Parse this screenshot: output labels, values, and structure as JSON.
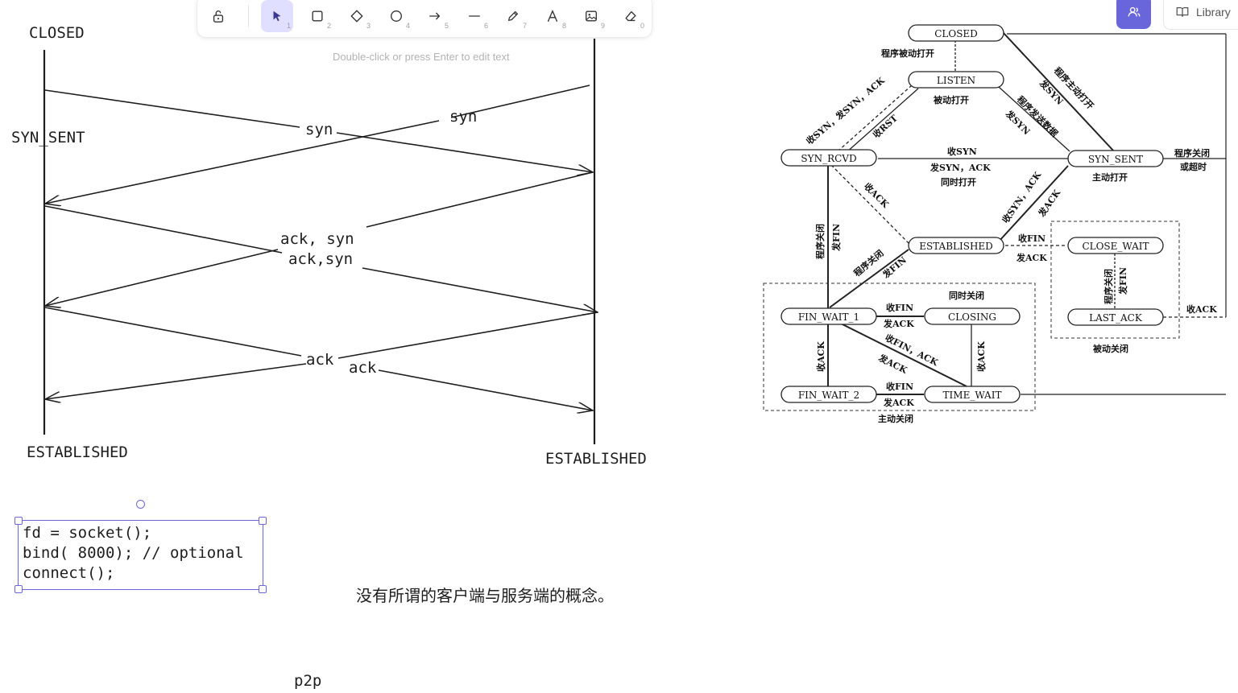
{
  "toolbar": {
    "tools": [
      {
        "name": "lock",
        "shortcut": ""
      },
      {
        "name": "selection",
        "shortcut": "1"
      },
      {
        "name": "rectangle",
        "shortcut": "2"
      },
      {
        "name": "diamond",
        "shortcut": "3"
      },
      {
        "name": "ellipse",
        "shortcut": "4"
      },
      {
        "name": "arrow",
        "shortcut": "5"
      },
      {
        "name": "line",
        "shortcut": "6"
      },
      {
        "name": "draw",
        "shortcut": "7"
      },
      {
        "name": "text",
        "shortcut": "8"
      },
      {
        "name": "image",
        "shortcut": "9"
      },
      {
        "name": "eraser",
        "shortcut": "0"
      }
    ],
    "active_tool": "selection",
    "hint": "Double-click or press Enter to edit text"
  },
  "topright": {
    "library_label": "Library"
  },
  "sequence": {
    "left_top": "CLOSED",
    "left_mid": "SYN_SENT",
    "left_bottom": "ESTABLISHED",
    "right_bottom": "ESTABLISHED",
    "msg_syn_1": "syn",
    "msg_syn_2": "syn",
    "msg_ack_syn_1": "ack, syn",
    "msg_ack_syn_2": "ack,syn",
    "msg_ack_1": "ack",
    "msg_ack_2": "ack"
  },
  "code_block": {
    "lines": [
      "fd = socket();",
      "bind( 8000); // optional",
      "connect();"
    ]
  },
  "note": "没有所谓的客户端与服务端的概念。",
  "p2p_label": "p2p",
  "state_diagram": {
    "states": {
      "closed": "CLOSED",
      "listen": "LISTEN",
      "syn_rcvd": "SYN_RCVD",
      "syn_sent": "SYN_SENT",
      "established": "ESTABLISHED",
      "close_wait": "CLOSE_WAIT",
      "last_ack": "LAST_ACK",
      "fin_wait_1": "FIN_WAIT_1",
      "closing": "CLOSING",
      "fin_wait_2": "FIN_WAIT_2",
      "time_wait": "TIME_WAIT"
    },
    "labels": {
      "passive_open_prog": "程序被动打开",
      "passive_open": "被动打开",
      "active_open_prog": "程序主动打开",
      "send_syn": "发SYN",
      "send_data": "程序发送数据",
      "send_syn_2": "发SYN",
      "recv_syn_send_synack": "收SYN，发SYN，ACK",
      "recv_rst": "收RST",
      "recv_syn": "收SYN",
      "send_syn_ack": "发SYN，ACK",
      "simultaneous_open": "同时打开",
      "active_open": "主动打开",
      "prog_close_timeout_1": "程序关闭",
      "prog_close_timeout_2": "或超时",
      "recv_ack": "收ACK",
      "recv_synack": "收SYN，ACK",
      "send_ack": "发ACK",
      "prog_close_v": "程序关闭",
      "send_fin_v": "发FIN",
      "prog_close_diag": "程序关闭",
      "send_fin_diag": "发FIN",
      "recv_fin": "收FIN",
      "send_ack_2": "发ACK",
      "cw_prog_close": "程序关闭",
      "cw_send_fin": "发FIN",
      "recv_ack_last": "收ACK",
      "passive_close": "被动关闭",
      "simultaneous_close": "同时关闭",
      "fw1_recv_fin": "收FIN",
      "fw1_send_ack": "发ACK",
      "recv_fin_ack": "收FIN，ACK",
      "send_ack_diag": "发ACK",
      "fw1_recv_ack": "收ACK",
      "closing_recv_ack": "收ACK",
      "fw2_recv_fin": "收FIN",
      "fw2_send_ack": "发ACK",
      "active_close": "主动关闭"
    }
  }
}
